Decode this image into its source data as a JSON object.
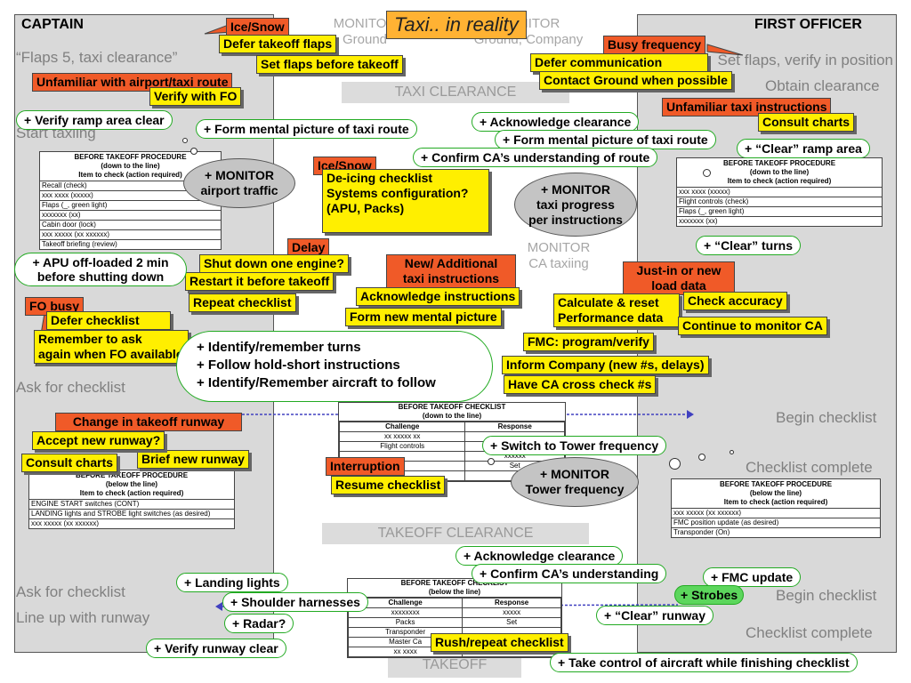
{
  "title": "Taxi.. in reality",
  "captain": {
    "header": "CAPTAIN",
    "quote": "“Flaps 5, taxi clearance”",
    "start_taxiing": "Start taxiing",
    "ask_checklist_1": "Ask for checklist",
    "ask_checklist_2": "Ask for checklist",
    "line_up": "Line up with runway"
  },
  "first_officer": {
    "header": "FIRST OFFICER",
    "set_flaps": "Set flaps, verify in position",
    "obtain_clearance": "Obtain clearance",
    "begin_checklist_1": "Begin checklist",
    "checklist_complete_1": "Checklist complete",
    "begin_checklist_2": "Begin checklist",
    "checklist_complete_2": "Checklist complete"
  },
  "middle": {
    "monitor_ground_1": "MONITOR",
    "monitor_ground_2": "Ground",
    "monitor_ground_company_1": "MONITOR",
    "monitor_ground_company_2": "Ground, Company",
    "monitor_ca_taxiing_1": "MONITOR",
    "monitor_ca_taxiing_2": "CA taxiing",
    "taxi_clearance": "TAXI CLEARANCE",
    "takeoff_clearance": "TAKEOFF CLEARANCE",
    "takeoff": "TAKEOFF"
  },
  "red": {
    "ice_snow_1": "Ice/Snow",
    "unfamiliar_route": "Unfamiliar with airport/taxi route",
    "ice_snow_2": "Ice/Snow",
    "delay": "Delay",
    "new_taxi_1": "New/ Additional",
    "new_taxi_2": "taxi instructions",
    "fo_busy": "FO busy",
    "change_runway": "Change in takeoff runway",
    "interruption": "Interruption",
    "busy_frequency": "Busy frequency",
    "unfamiliar_instructions": "Unfamiliar taxi instructions",
    "just_in_1": "Just-in or new",
    "just_in_2": "load data"
  },
  "yellow": {
    "defer_takeoff_flaps": "Defer takeoff flaps",
    "set_flaps_before": "Set flaps before takeoff",
    "verify_fo": "Verify with FO",
    "deicing": "De-icing checklist",
    "systems_config_1": "Systems configuration?",
    "systems_config_2": "(APU, Packs)",
    "shut_down_engine": "Shut down one engine?",
    "restart": "Restart it before takeoff",
    "repeat_checklist": "Repeat checklist",
    "ack_instructions": "Acknowledge instructions",
    "form_new_picture": "Form new mental picture",
    "defer_checklist": "Defer  checklist",
    "remember_ask_1": "Remember to ask",
    "remember_ask_2": "again when FO available",
    "accept_runway": "Accept new runway?",
    "consult_charts_ca": "Consult charts",
    "brief_runway": "Brief new  runway",
    "resume_checklist": "Resume checklist",
    "defer_communication": "Defer communication",
    "contact_ground": "Contact Ground when possible",
    "consult_charts_fo": "Consult charts",
    "calculate_1": "Calculate & reset",
    "calculate_2": "Performance data",
    "check_accuracy": "Check accuracy",
    "continue_monitor": "Continue to monitor CA",
    "fmc_program": "FMC: program/verify",
    "inform_company": "Inform Company (new #s, delays)",
    "ca_cross_check": "Have CA cross check #s",
    "rush_repeat": "Rush/repeat checklist"
  },
  "green": {
    "verify_ramp": "+ Verify ramp area clear",
    "form_mental_route_ca": "+ Form mental picture of taxi route",
    "apu_1": "+ APU off-loaded 2 min",
    "apu_2": "before shutting down",
    "turns_1": "+ Identify/remember turns",
    "turns_2": "+ Follow hold-short instructions",
    "turns_3": "+ Identify/Remember aircraft to follow",
    "ack_clearance_1": "+ Acknowledge clearance",
    "form_mental_route_fo": "+ Form mental picture of taxi route",
    "confirm_ca_route": "+ Confirm CA’s understanding of route",
    "clear_ramp_area": "+ “Clear” ramp area",
    "clear_turns": "+ “Clear” turns",
    "switch_tower": "+ Switch to Tower frequency",
    "ack_clearance_2": "+ Acknowledge clearance",
    "confirm_ca_2": "+ Confirm CA’s understanding",
    "fmc_update": "+ FMC update",
    "strobes": "+ Strobes",
    "clear_runway": "+ “Clear” runway",
    "landing_lights": "+ Landing lights",
    "shoulder": "+ Shoulder harnesses",
    "radar": "+ Radar?",
    "verify_runway": "+ Verify runway clear",
    "take_control": "+ Take control of aircraft while finishing checklist"
  },
  "clouds": {
    "airport_traffic_1": "+ MONITOR",
    "airport_traffic_2": "airport traffic",
    "taxi_progress_1": "+ MONITOR",
    "taxi_progress_2": "taxi progress",
    "taxi_progress_3": "per instructions",
    "tower_1": "+ MONITOR",
    "tower_2": "Tower frequency"
  },
  "cards": {
    "ca_top": {
      "h1": "BEFORE TAKEOFF PROCEDURE",
      "h2": "(down to the line)",
      "h3": "Item to check (action required)",
      "items": [
        "Recall (check)",
        "xxx  xxxx  (xxxxx)",
        "Flaps (_, green light)",
        "xxxxxxx (xx)",
        "Cabin door (lock)",
        "xxx  xxxxx (xx xxxxxx)",
        "Takeoff briefing (review)"
      ]
    },
    "ca_bottom": {
      "h1": "BEFORE TAKEOFF PROCEDURE",
      "h2": "(below the line)",
      "h3": "Item to check (action required)",
      "items": [
        "ENGINE START switches (CONT)",
        "LANDING lights and STROBE light switches (as desired)",
        "xxx  xxxxx (xx xxxxxx)"
      ]
    },
    "fo_top": {
      "h1": "BEFORE TAKEOFF PROCEDURE",
      "h2": "(down to the line)",
      "h3": "Item to check (action required)",
      "items": [
        "xxx  xxxx  (xxxxx)",
        "Flight controls (check)",
        "Flaps (_, green light)",
        "xxxxxxx (xx)"
      ]
    },
    "fo_bottom": {
      "h1": "BEFORE TAKEOFF PROCEDURE",
      "h2": "(below the line)",
      "h3": "Item to check (action required)",
      "items": [
        "xxx  xxxxx (xx xxxxxx)",
        "FMC position update (as desired)",
        "Transponder (On)"
      ]
    },
    "mid_top": {
      "h1": "BEFORE TAKEOFF CHECKLIST",
      "h2": "(down to the line)",
      "col1": "Challenge",
      "col2": "Response",
      "rows": [
        [
          "xx xxxxx xx",
          ""
        ],
        [
          "Flight controls",
          ""
        ],
        [
          "",
          "xxxxxx"
        ],
        [
          "",
          "Set"
        ],
        [
          "",
          ""
        ]
      ]
    },
    "mid_bottom": {
      "h1": "BEFORE TAKEOFF CHECKLIST",
      "h2": "(below the line)",
      "col1": "Challenge",
      "col2": "Response",
      "rows": [
        [
          "xxxxxxxx",
          "xxxxx"
        ],
        [
          "Packs",
          "Set"
        ],
        [
          "Transponder",
          ""
        ],
        [
          "Master Ca",
          ""
        ],
        [
          "xx xxxx",
          "xxx"
        ]
      ]
    }
  }
}
